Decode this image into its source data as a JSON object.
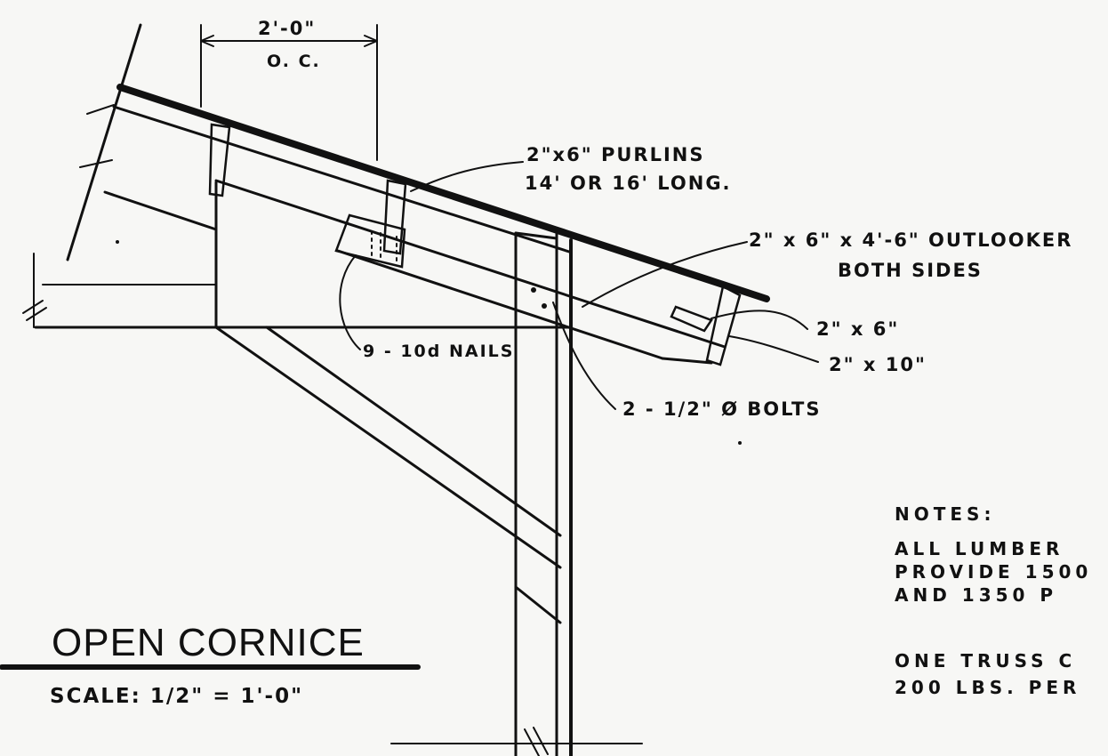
{
  "dimension": {
    "span": "2'-0\"",
    "oc": "O. C."
  },
  "labels": {
    "purlins_line1": "2\"x6\" PURLINS",
    "purlins_line2": "14' OR 16' LONG.",
    "outlooker_line1": "2\" x 6\" x 4'-6\" OUTLOOKER",
    "outlooker_line2": "BOTH SIDES",
    "nails": "9 - 10d NAILS",
    "bolts": "2 - 1/2\" Ø BOLTS",
    "member_2x6": "2\" x 6\"",
    "member_2x10": "2\" x 10\""
  },
  "title": "OPEN CORNICE",
  "scale": "SCALE: 1/2\" = 1'-0\"",
  "notes": {
    "heading": "NOTES:",
    "line1": "ALL LUMBER",
    "line2": "PROVIDE 1500",
    "line3": "AND 1350 P",
    "line4": "ONE TRUSS C",
    "line5": "200 LBS. PER"
  }
}
